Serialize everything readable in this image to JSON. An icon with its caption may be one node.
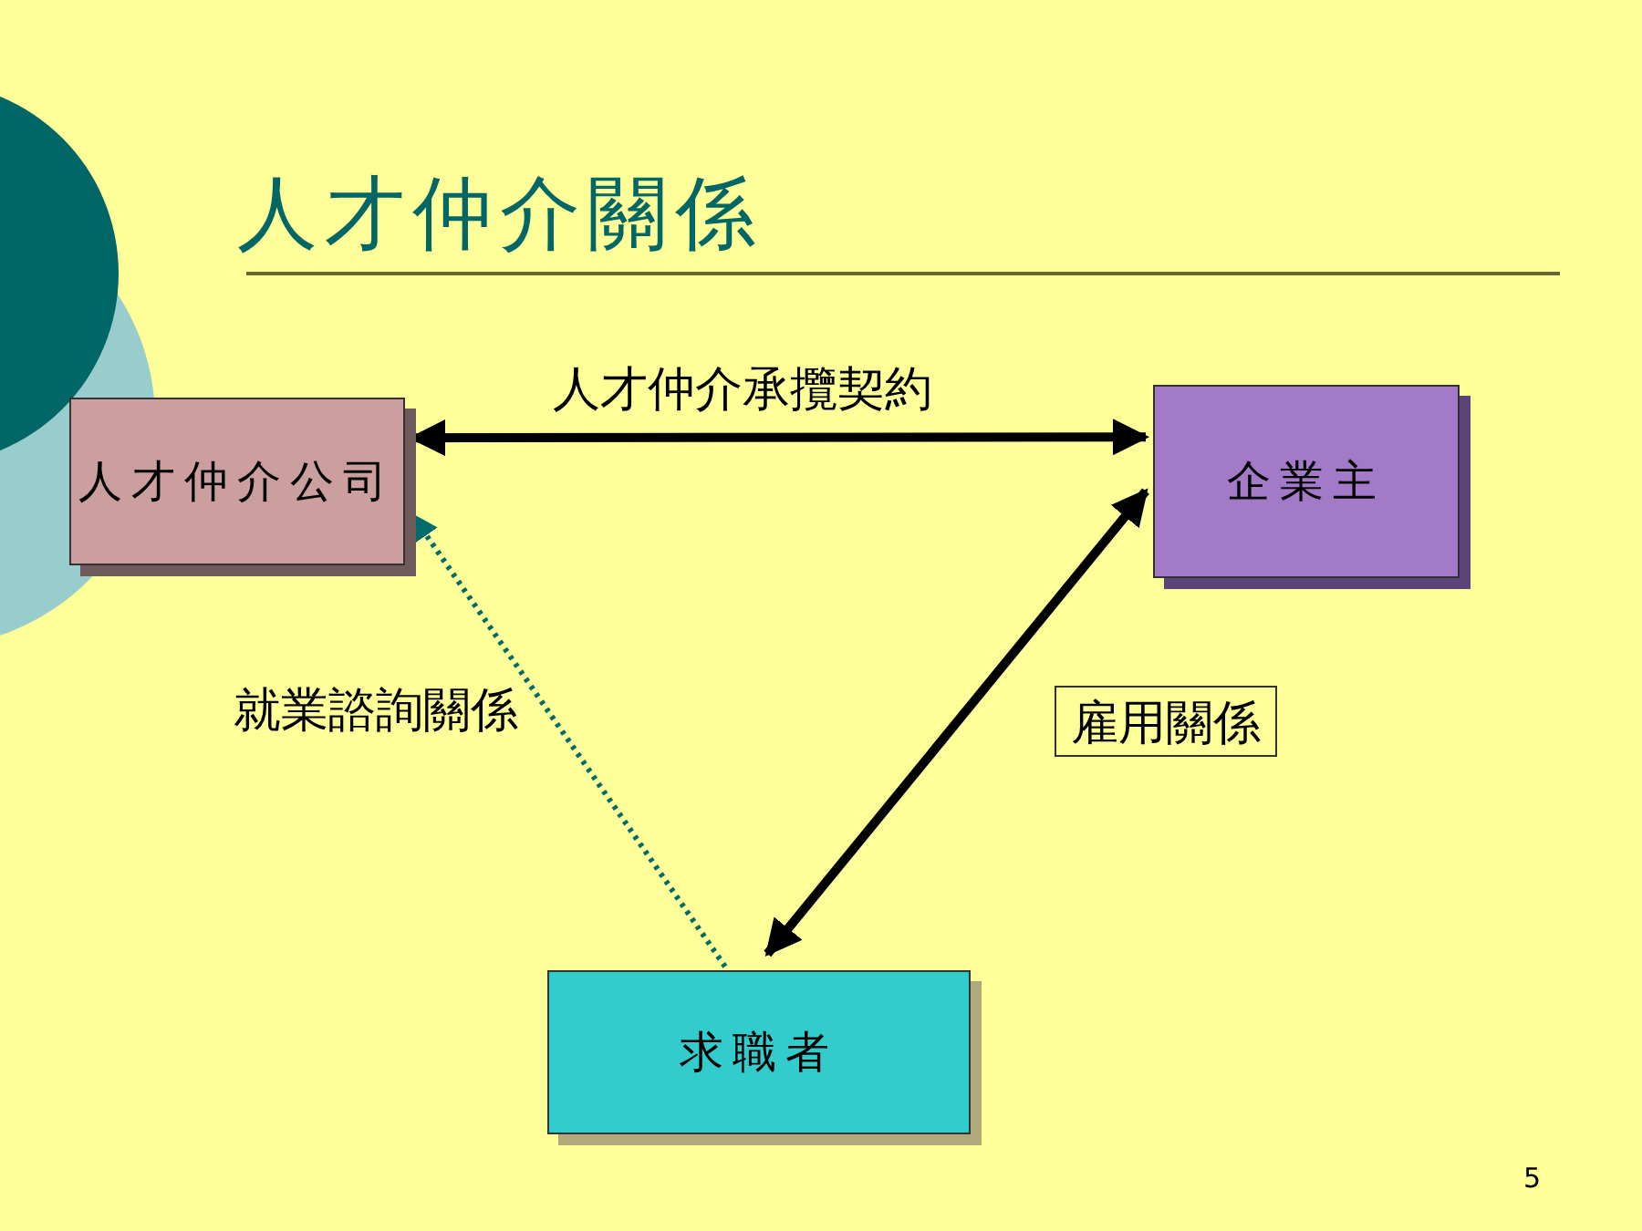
{
  "diagram": {
    "title": "人才仲介關係",
    "nodes": [
      {
        "text": [
          "人才仲介公司"
        ]
      },
      {
        "text": [
          "企業主"
        ]
      },
      {
        "text": [
          "求職者"
        ]
      }
    ],
    "edges": [
      {
        "from": 0,
        "to": 1,
        "arrow": "both",
        "label": "人才仲介承攬契約"
      },
      {
        "from": 1,
        "to": 2,
        "arrow": "both",
        "label": "雇用關係"
      },
      {
        "from": 2,
        "to": 0,
        "arrow": "to",
        "label": "就業諮詢關係",
        "style": "dashed",
        "color": "#006b6b"
      }
    ],
    "labels": [
      "5"
    ]
  }
}
